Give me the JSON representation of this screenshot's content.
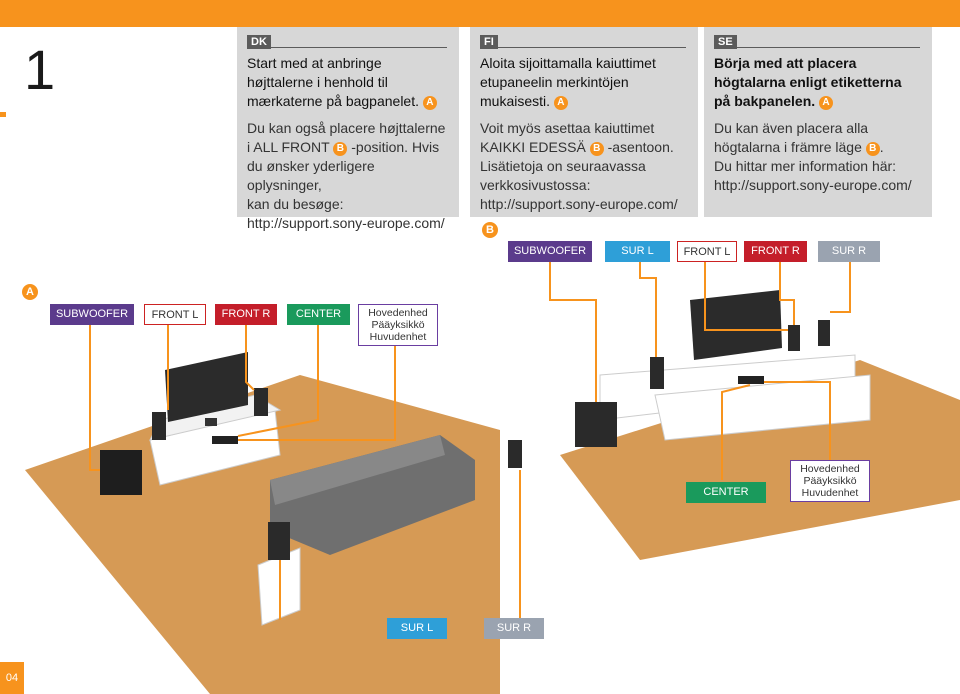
{
  "step_number": "1",
  "page_number": "04",
  "colors": {
    "accent": "#f7931d",
    "panel": "#d7d7d7",
    "floor": "#d69a55"
  },
  "columns": [
    {
      "code": "DK",
      "p1": [
        "Start med at anbringe",
        "højttalerne i henhold til",
        "mærkaterne på bagpanelet."
      ],
      "p1_badge": "A",
      "p2_line1": "Du kan også placere højttalerne",
      "p2_line2a": "i ALL FRONT",
      "p2_badge": "B",
      "p2_line2b": "-position. Hvis",
      "p2_rest": [
        "du ønsker yderligere oplysninger,",
        "kan du besøge:",
        "http://support.sony-europe.com/"
      ]
    },
    {
      "code": "FI",
      "p1": [
        "Aloita sijoittamalla kaiuttimet",
        "etupaneelin merkintöjen",
        "mukaisesti."
      ],
      "p1_badge": "A",
      "p2_line1": "Voit myös asettaa kaiuttimet",
      "p2_line2a": "KAIKKI EDESSÄ",
      "p2_badge": "B",
      "p2_line2b": "-asentoon.",
      "p2_rest": [
        "Lisätietoja on seuraavassa",
        "verkkosivustossa:",
        "http://support.sony-europe.com/"
      ]
    },
    {
      "code": "SE",
      "p1": [
        "Börja med att placera",
        "högtalarna enligt etiketterna",
        "på bakpanelen."
      ],
      "p1_badge": "A",
      "p2_line1": "Du kan även placera alla",
      "p2_line2a": "högtalarna i främre läge",
      "p2_badge": "B",
      "p2_line2b": ".",
      "p2_rest": [
        "Du hittar mer information här:",
        "http://support.sony-europe.com/"
      ]
    }
  ],
  "layout_b": {
    "marker": "B",
    "labels": {
      "subwoofer": "SUBWOOFER",
      "sur_l": "SUR L",
      "front_l": "FRONT L",
      "front_r": "FRONT R",
      "sur_r": "SUR R",
      "center": "CENTER"
    },
    "main_unit": [
      "Hovedenhed",
      "Pääyksikkö",
      "Huvudenhet"
    ]
  },
  "layout_a": {
    "marker": "A",
    "labels": {
      "subwoofer": "SUBWOOFER",
      "front_l": "FRONT L",
      "front_r": "FRONT R",
      "center": "CENTER",
      "sur_l": "SUR L",
      "sur_r": "SUR R"
    },
    "main_unit": [
      "Hovedenhed",
      "Pääyksikkö",
      "Huvudenhet"
    ]
  }
}
